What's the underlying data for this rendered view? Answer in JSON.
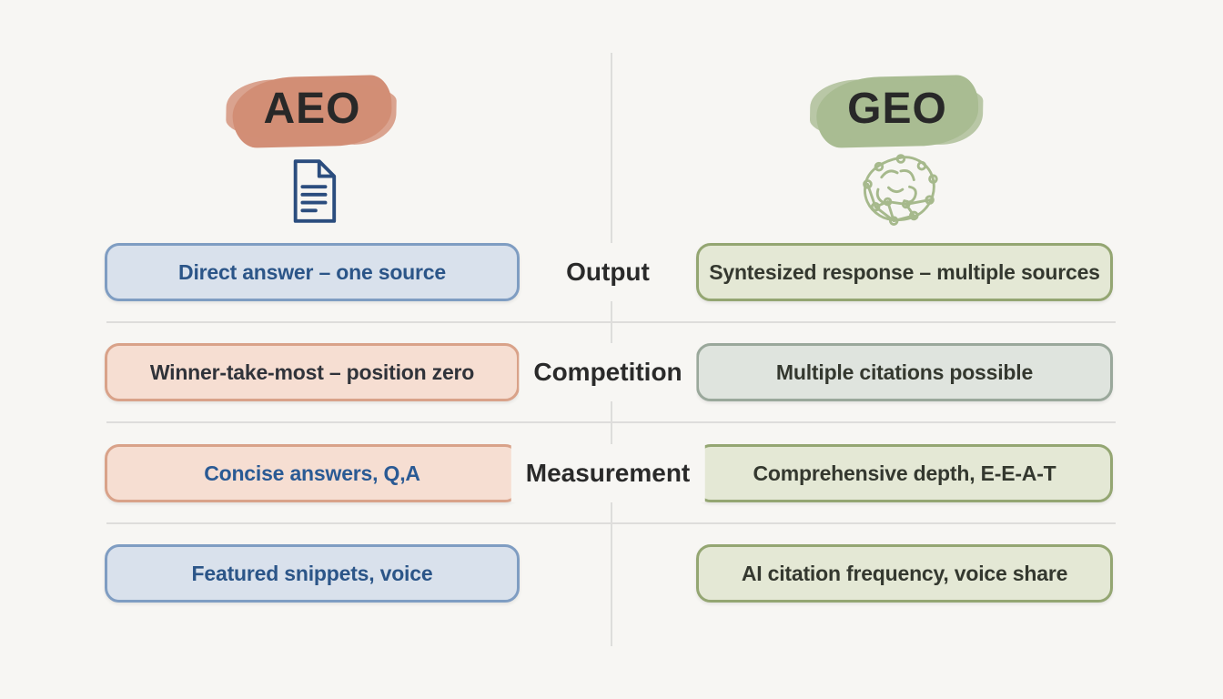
{
  "page": {
    "type": "comparison-infographic",
    "background": "#f7f6f3"
  },
  "columns": {
    "left": {
      "title": "AEO",
      "highlight_color": "#d28e76",
      "icon": "document-icon",
      "icon_color": "#2b4d7e"
    },
    "right": {
      "title": "GEO",
      "highlight_color": "#a9bc92",
      "icon": "brain-network-icon",
      "icon_color": "#a6b98c"
    }
  },
  "rows": [
    {
      "label": "Output",
      "left": {
        "text": "Direct answer – one source"
      },
      "right": {
        "text": "Syntesized response – multiple sources"
      }
    },
    {
      "label": "Competition",
      "left": {
        "text": "Winner-take-most – position zero"
      },
      "right": {
        "text": "Multiple citations possible"
      }
    },
    {
      "label": "Measurement",
      "left": {
        "text": "Concise answers, Q,A"
      },
      "right": {
        "text": "Comprehensive depth, E-E-A-T"
      }
    },
    {
      "left": {
        "text": "Featured snippets, voice"
      },
      "right": {
        "text": "AI citation frequency, voice share"
      }
    }
  ],
  "colors": {
    "blue_box_bg": "#d9e1ec",
    "blue_box_border": "#7f9dc2",
    "blue_text": "#2b5588",
    "salmon_box_bg": "#f6ded2",
    "salmon_box_border": "#d9a289",
    "green_box_bg": "#e4e8d5",
    "green_box_border": "#94a672",
    "sage_gray_box_bg": "#dfe4de",
    "sage_gray_box_border": "#9aa89b",
    "dark_text": "#30333a",
    "divider": "#dddddb"
  }
}
